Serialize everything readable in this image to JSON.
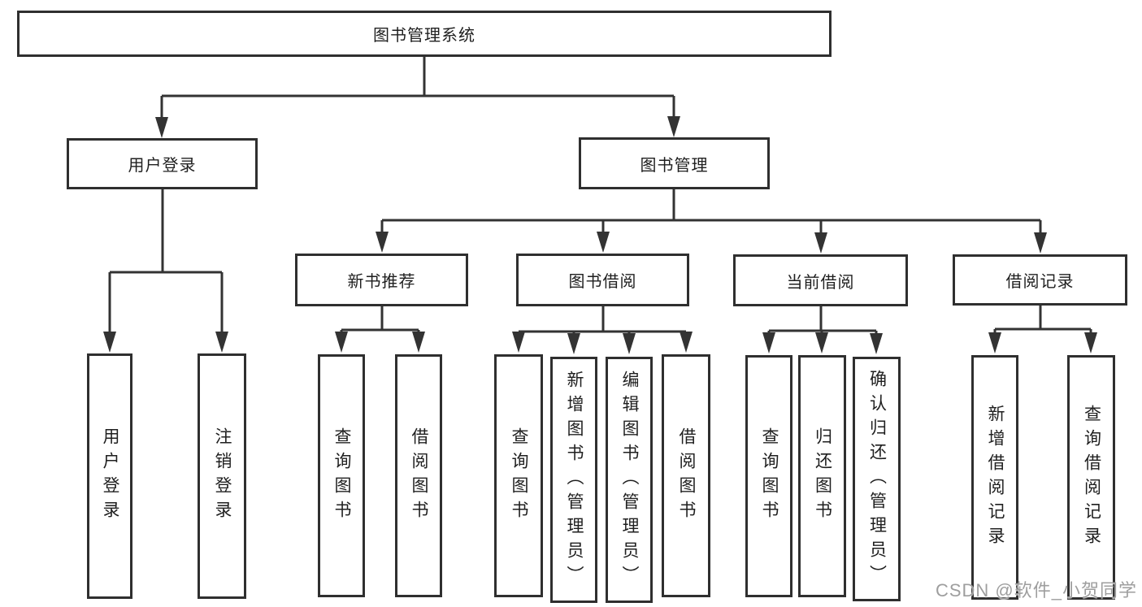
{
  "title": "图书管理系统",
  "tree": {
    "root": {
      "label": "图书管理系统"
    },
    "branches": [
      {
        "label": "用户登录",
        "children": [
          {
            "label": "用户登录"
          },
          {
            "label": "注销登录"
          }
        ]
      },
      {
        "label": "图书管理",
        "children": [
          {
            "label": "新书推荐",
            "children": [
              {
                "label": "查询图书"
              },
              {
                "label": "借阅图书"
              }
            ]
          },
          {
            "label": "图书借阅",
            "children": [
              {
                "label": "查询图书"
              },
              {
                "label": "新增图书（管理员）"
              },
              {
                "label": "编辑图书（管理员）"
              },
              {
                "label": "借阅图书"
              }
            ]
          },
          {
            "label": "当前借阅",
            "children": [
              {
                "label": "查询图书"
              },
              {
                "label": "归还图书"
              },
              {
                "label": "确认归还（管理员）"
              }
            ]
          },
          {
            "label": "借阅记录",
            "children": [
              {
                "label": "新增借阅记录"
              },
              {
                "label": "查询借阅记录"
              }
            ]
          }
        ]
      }
    ]
  },
  "watermark": {
    "text": "CSDN @软件_小贺同学",
    "color": "#9e9e9e"
  },
  "colors": {
    "line": "#333333",
    "box_border": "#2f2f2f",
    "text": "#1f1f1f",
    "background": "#ffffff",
    "watermark": "#9e9e9e"
  }
}
